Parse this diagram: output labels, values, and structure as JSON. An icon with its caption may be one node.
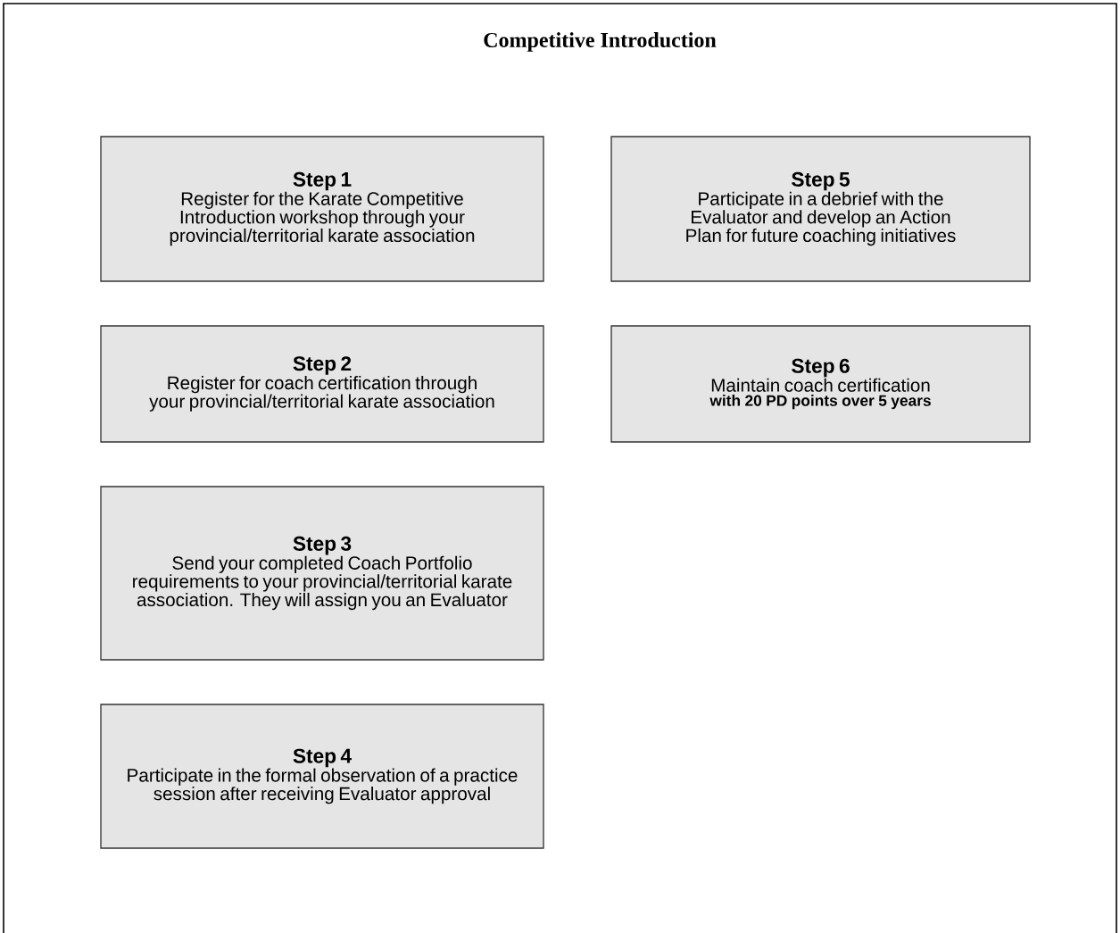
{
  "diagram": {
    "title": "Competitive Introduction",
    "nodes": [
      {
        "text": [
          "Step 1",
          "Register for the Karate Competitive Introduction workshop through your provincial/territorial karate association"
        ]
      },
      {
        "text": [
          "Step 2",
          "Register for coach certification through your provincial/territorial karate association"
        ]
      },
      {
        "text": [
          "Step 3",
          "Send your completed Coach Portfolio requirements to your provincial/territorial karate association. They will assign you an Evaluator"
        ]
      },
      {
        "text": [
          "Step 4",
          "Participate in the formal observation of a practice session after receiving Evaluator approval"
        ]
      },
      {
        "text": [
          "Step 5",
          "Participate in a debrief with the Evaluator and develop an Action Plan for future coaching initiatives"
        ]
      },
      {
        "text": [
          "Step 6",
          "Maintain coach certification",
          "with 20 PD points over 5 years"
        ]
      }
    ]
  }
}
